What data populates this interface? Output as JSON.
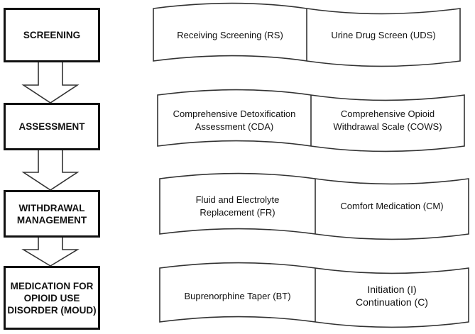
{
  "steps": [
    {
      "label": "SCREENING",
      "items": [
        "Receiving Screening (RS)",
        "Urine Drug Screen (UDS)"
      ]
    },
    {
      "label": "ASSESSMENT",
      "items": [
        "Comprehensive Detoxification\nAssessment (CDA)",
        "Comprehensive Opioid\nWithdrawal Scale (COWS)"
      ]
    },
    {
      "label": "WITHDRAWAL\nMANAGEMENT",
      "items": [
        "Fluid and Electrolyte\nReplacement (FR)",
        "Comfort Medication (CM)"
      ]
    },
    {
      "label": "MEDICATION FOR\nOPIOID USE\nDISORDER (MOUD)",
      "items": [
        "Buprenorphine Taper (BT)",
        "Initiation (I)\nContinuation (C)"
      ]
    }
  ]
}
